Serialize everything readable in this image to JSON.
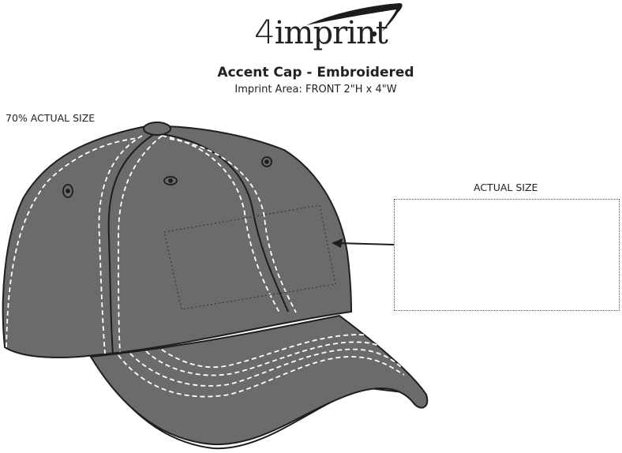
{
  "brand": {
    "logo_text": "imprint",
    "logo_number": "4"
  },
  "product": {
    "title": "Accent Cap - Embroidered",
    "imprint_area": "Imprint Area: FRONT  2\"H x 4\"W"
  },
  "labels": {
    "scale": "70% ACTUAL SIZE",
    "actual_size": "ACTUAL SIZE"
  },
  "illustration": {
    "subject": "baseball cap",
    "cap_color": "#6b6b6b",
    "stitch_color": "#ffffff",
    "outline_color": "#1e1e1e"
  }
}
